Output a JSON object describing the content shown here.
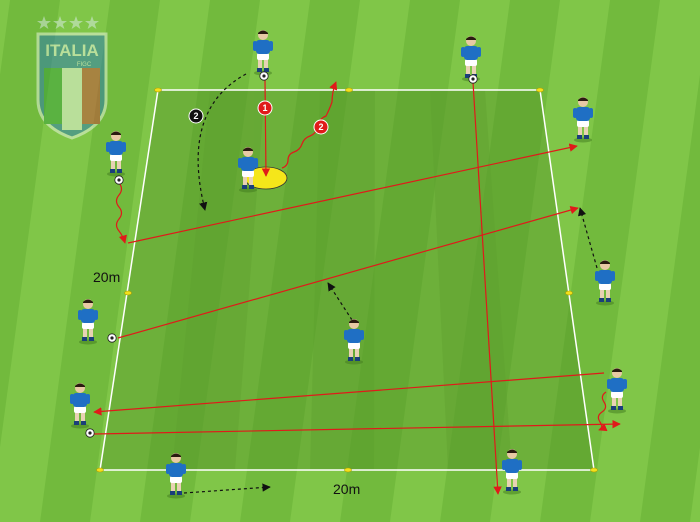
{
  "logo": {
    "text": "ITALIA",
    "subtext": "FIGC",
    "stars": 4
  },
  "labels": {
    "side_length": "20m",
    "bottom_length": "20m"
  },
  "markers": {
    "red_1": "1",
    "red_2": "2",
    "black_2": "2"
  },
  "colors": {
    "grass_light": "#7cc344",
    "grass_dark": "#5ea92f",
    "area_shade": "#4e8f24",
    "pass_line": "#e01a1a",
    "run_line": "#111111",
    "player_shirt": "#1f6fc4",
    "player_shorts": "#ffffff",
    "cone": "#f2e21b",
    "highlight": "#f5e61a"
  },
  "icons": [
    "player-icon",
    "ball-icon",
    "cone-icon",
    "arrow-icon",
    "shield-logo-icon",
    "star-icon"
  ]
}
